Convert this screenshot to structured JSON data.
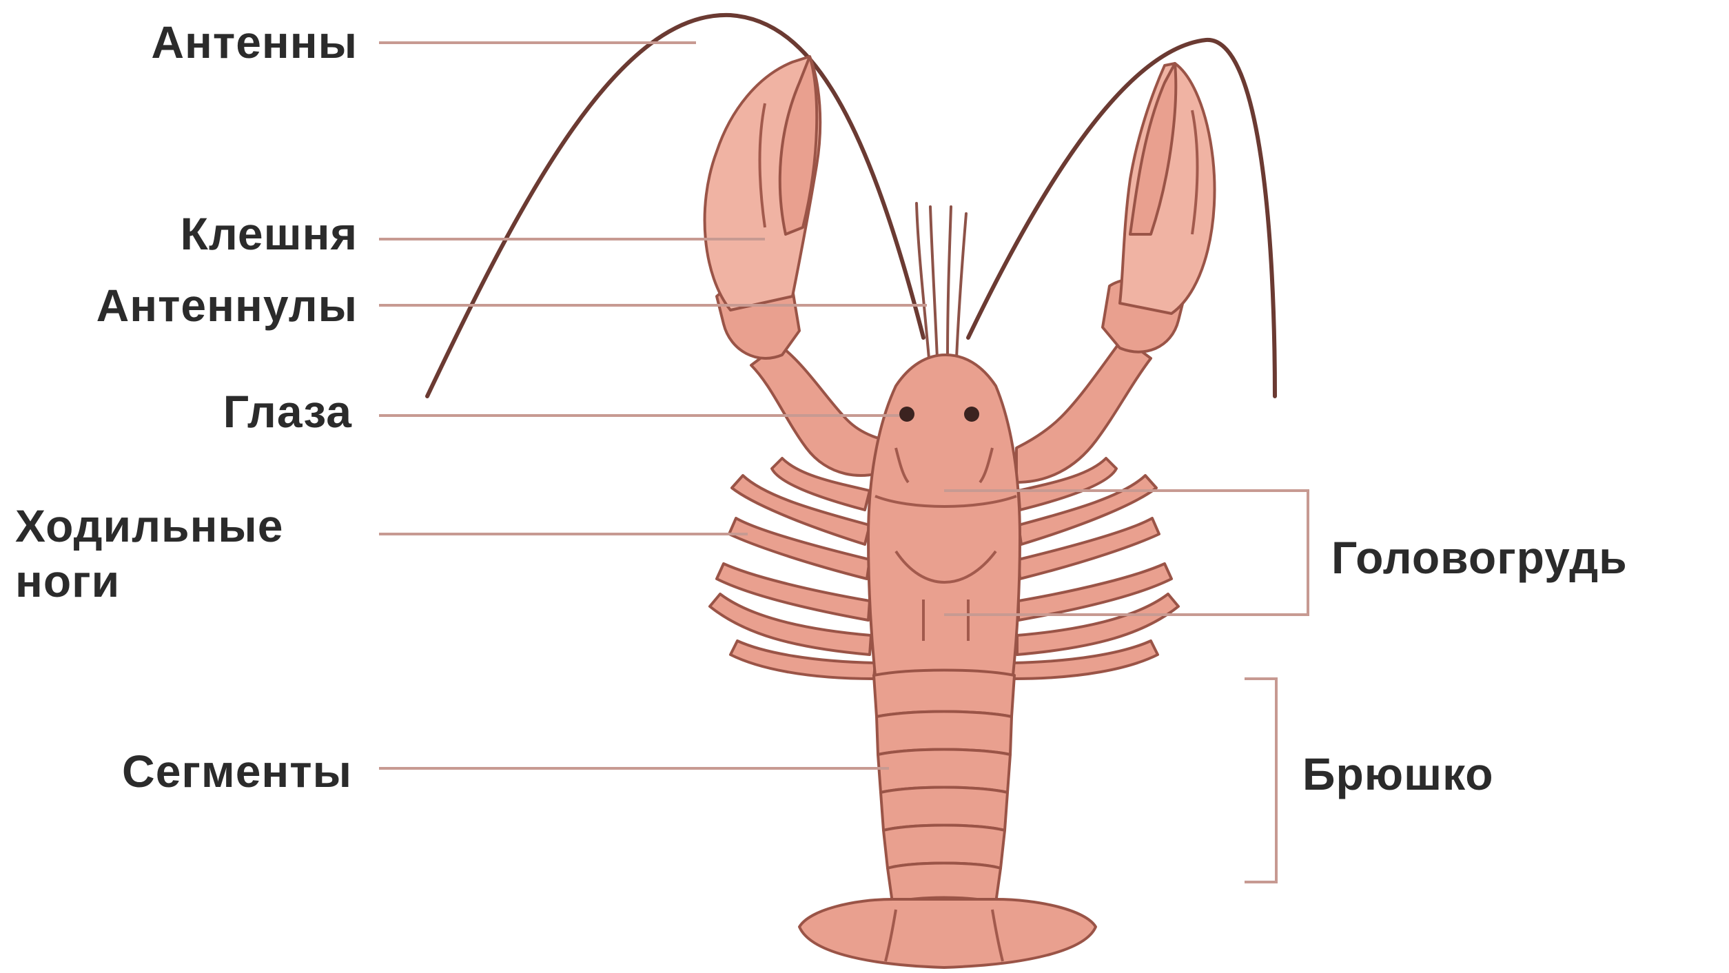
{
  "labels": {
    "antennae": "Антенны",
    "claw": "Клешня",
    "antennules": "Антеннулы",
    "eyes": "Глаза",
    "walking_legs_line1": "Ходильные",
    "walking_legs_line2": "ноги",
    "segments": "Сегменты",
    "cephalothorax": "Головогрудь",
    "abdomen": "Брюшко"
  },
  "colors": {
    "body": "#e9a08f",
    "outline": "#9a5447",
    "leader_lines": "#c79a92",
    "text": "#2b2b2b",
    "background": "#ffffff"
  }
}
